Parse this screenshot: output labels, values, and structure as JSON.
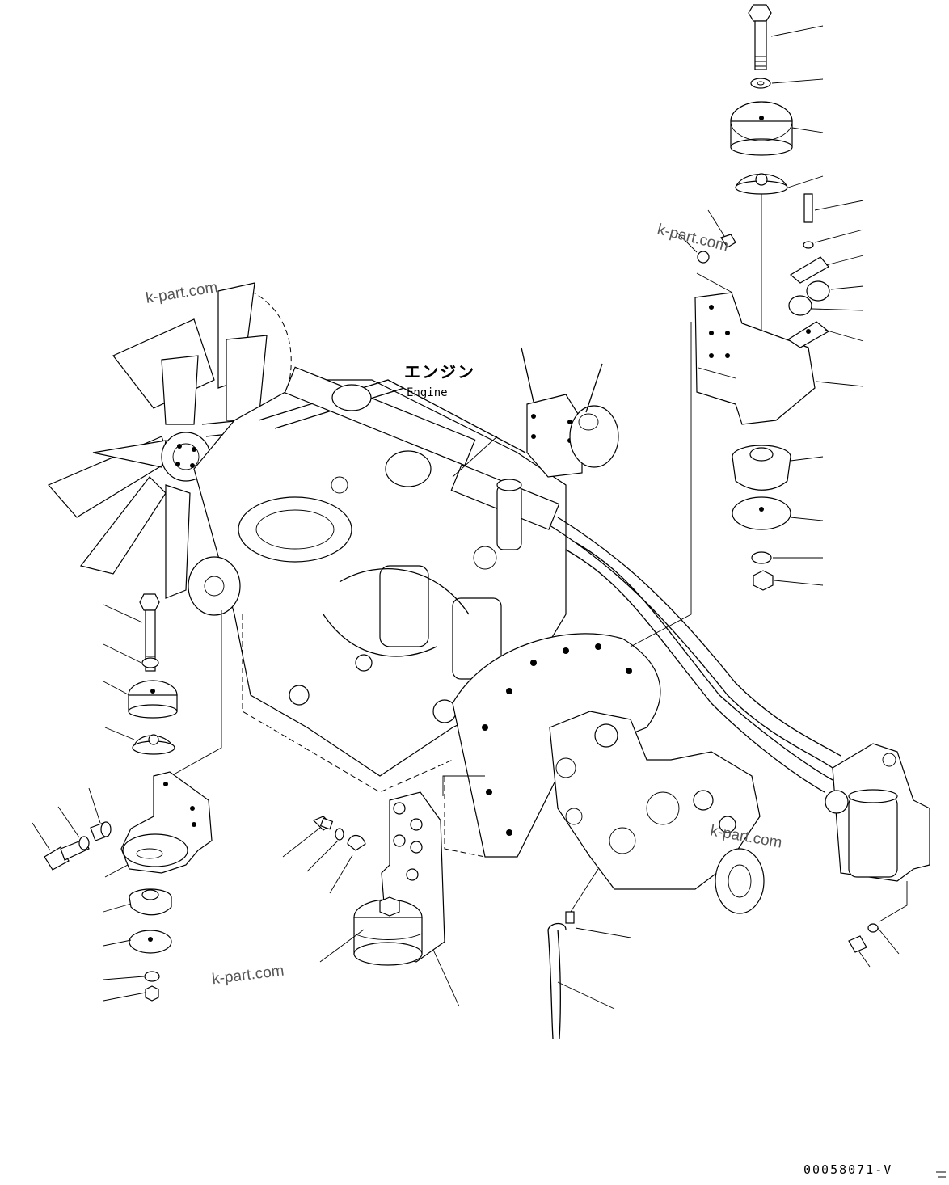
{
  "diagram": {
    "title_jp": "エンジン",
    "title_en": "Engine",
    "watermarks": [
      "k-part.com",
      "k-part.com",
      "k-part.com",
      "k-part.com"
    ],
    "drawing_number": "00058071-V"
  }
}
